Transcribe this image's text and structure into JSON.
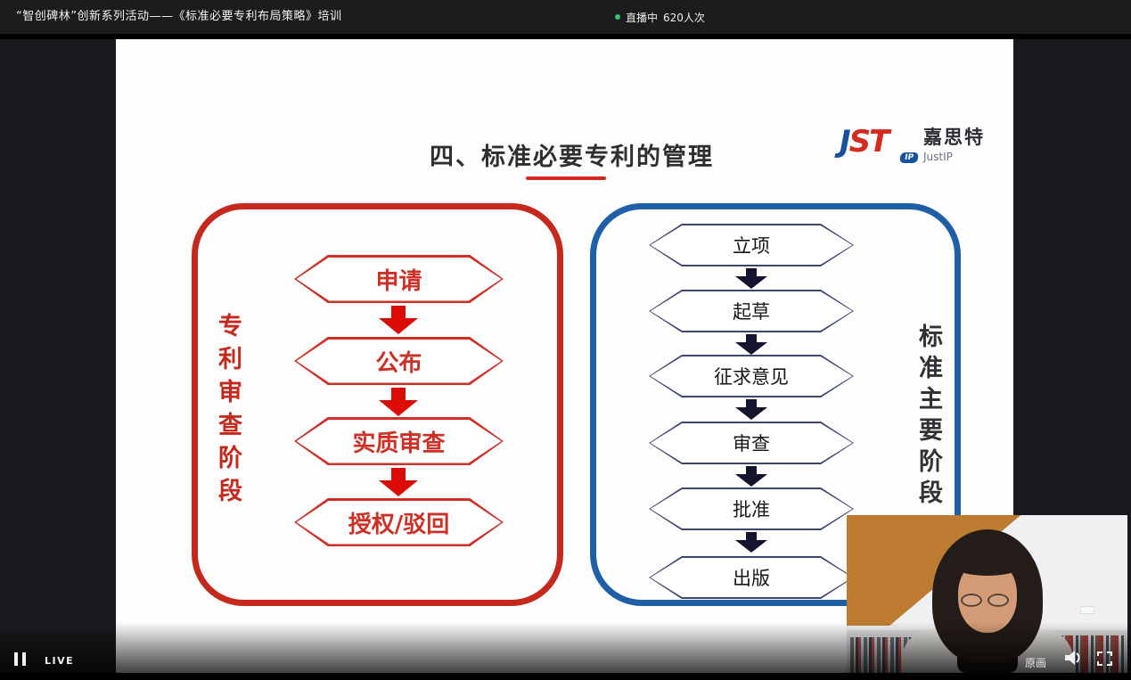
{
  "colors": {
    "accent_red": "#c5281c",
    "accent_blue": "#1e5fa8",
    "live_green": "#3fbf6e"
  },
  "header": {
    "title": "“智创碑林”创新系列活动——《标准必要专利布局策略》培训",
    "live_status": "直播中",
    "viewers": "620人次"
  },
  "slide": {
    "title": "四、标准必要专利的管理",
    "logo": {
      "jst_j": "J",
      "jst_st": "ST",
      "ip": "IP",
      "name_cn": "嘉思特",
      "name_en": "JustIP"
    },
    "patent_flow": {
      "side_label": "专利审查阶段",
      "steps": [
        {
          "label": "申请"
        },
        {
          "label": "公布"
        },
        {
          "label": "实质审查"
        },
        {
          "label": "授权/驳回"
        }
      ]
    },
    "standard_flow": {
      "side_label": "标准主要阶段",
      "steps": [
        {
          "label": "立项"
        },
        {
          "label": "起草"
        },
        {
          "label": "征求意见"
        },
        {
          "label": "审查"
        },
        {
          "label": "批准"
        },
        {
          "label": "出版"
        }
      ]
    }
  },
  "controls": {
    "live_label": "LIVE",
    "quality_label": "原画",
    "icons": {
      "pause": "pause-icon",
      "volume": "volume-icon",
      "fullscreen": "fullscreen-icon",
      "live_dot": "live-dot-icon"
    }
  }
}
